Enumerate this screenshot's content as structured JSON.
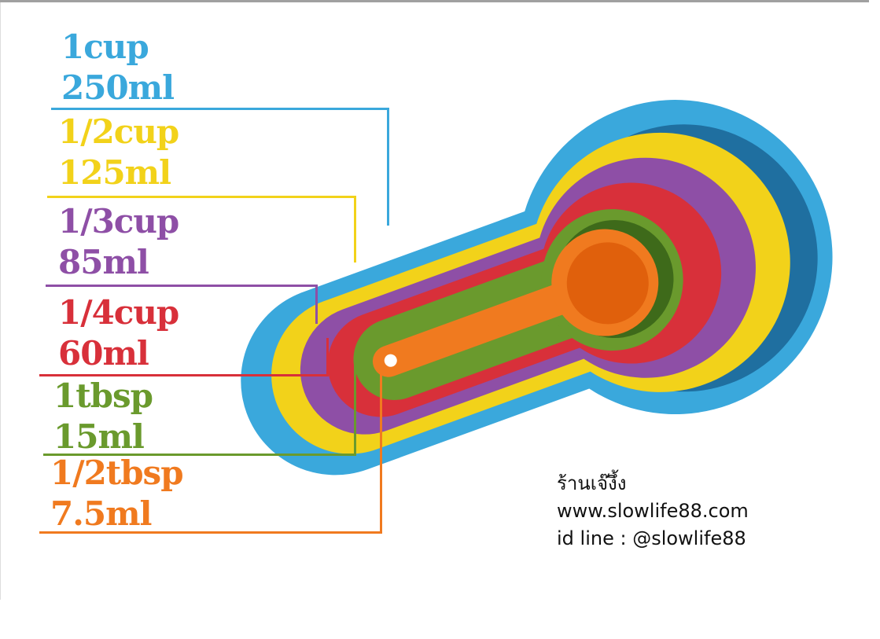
{
  "labels": [
    {
      "name": "1cup",
      "cup": "1cup",
      "ml": "250ml",
      "color": "#3aa8dc"
    },
    {
      "name": "half-cup",
      "cup": "1/2cup",
      "ml": "125ml",
      "color": "#f2d21a"
    },
    {
      "name": "third-cup",
      "cup": "1/3cup",
      "ml": "85ml",
      "color": "#8e4fa6"
    },
    {
      "name": "quarter-cup",
      "cup": "1/4cup",
      "ml": "60ml",
      "color": "#d8303a"
    },
    {
      "name": "tbsp",
      "cup": "1tbsp",
      "ml": "15ml",
      "color": "#6a9a2d"
    },
    {
      "name": "half-tbsp",
      "cup": "1/2tbsp",
      "ml": "7.5ml",
      "color": "#f07a1f"
    }
  ],
  "shop": {
    "name": "ร้านเจ๊งึ้ง",
    "website": "www.slowlife88.com",
    "line_id": "id line : @slowlife88"
  }
}
